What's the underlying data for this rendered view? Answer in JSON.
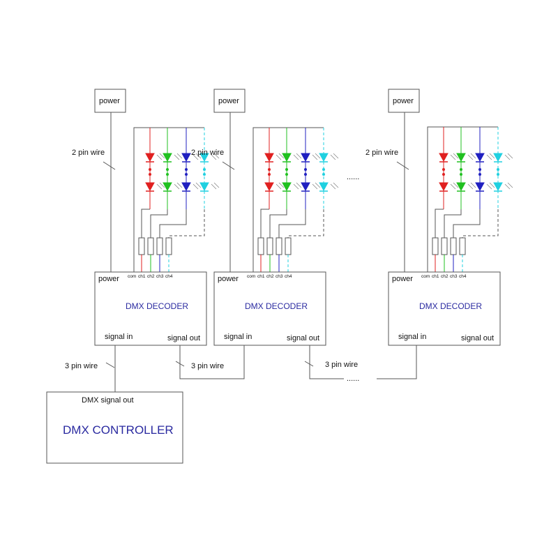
{
  "colors": {
    "line": "#555555",
    "red": "#e02020",
    "green": "#20c020",
    "blue": "#2020c0",
    "cyan": "#20d0e0",
    "title_text": "#2a2aa0"
  },
  "labels": {
    "power": "power",
    "two_pin_wire": "2 pin wire",
    "three_pin_wire": "3 pin wire",
    "dmx_decoder": "DMX DECODER",
    "signal_in": "signal in",
    "signal_out": "signal out",
    "com": "com",
    "ch1": "ch1",
    "ch2": "ch2",
    "ch3": "ch3",
    "ch4": "ch4",
    "continuation": "......",
    "dmx_signal_out": "DMX  signal  out",
    "dmx_controller": "DMX  CONTROLLER"
  },
  "decoders": [
    {
      "id": "decoder-1"
    },
    {
      "id": "decoder-2"
    },
    {
      "id": "decoder-3"
    }
  ]
}
